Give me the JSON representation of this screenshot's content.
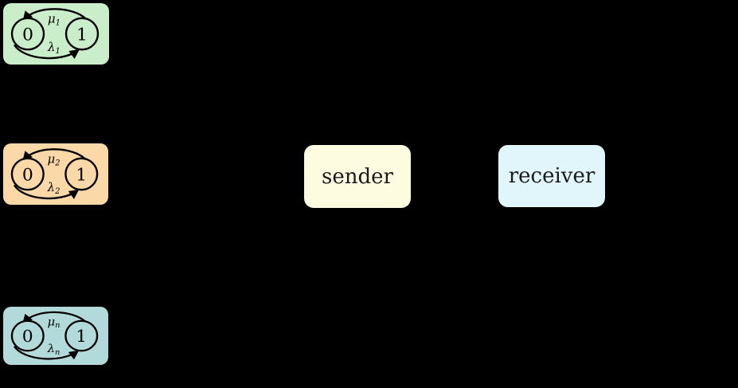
{
  "diagram": {
    "background": "#000000",
    "ink": "#000000",
    "sources": [
      {
        "name": "source-1",
        "fill": "#c9eec9",
        "states": [
          "0",
          "1"
        ],
        "up_rate": {
          "symbol": "μ",
          "sub": "1"
        },
        "down_rate": {
          "symbol": "λ",
          "sub": "1"
        }
      },
      {
        "name": "source-2",
        "fill": "#fbd8a8",
        "states": [
          "0",
          "1"
        ],
        "up_rate": {
          "symbol": "μ",
          "sub": "2"
        },
        "down_rate": {
          "symbol": "λ",
          "sub": "2"
        }
      },
      {
        "name": "source-n",
        "fill": "#b3dada",
        "states": [
          "0",
          "1"
        ],
        "up_rate": {
          "symbol": "μ",
          "sub": "n"
        },
        "down_rate": {
          "symbol": "λ",
          "sub": "n"
        }
      }
    ],
    "sender": {
      "label": "sender",
      "fill": "#fdfce1"
    },
    "receiver": {
      "label": "receiver",
      "fill": "#e0f6fa"
    }
  }
}
